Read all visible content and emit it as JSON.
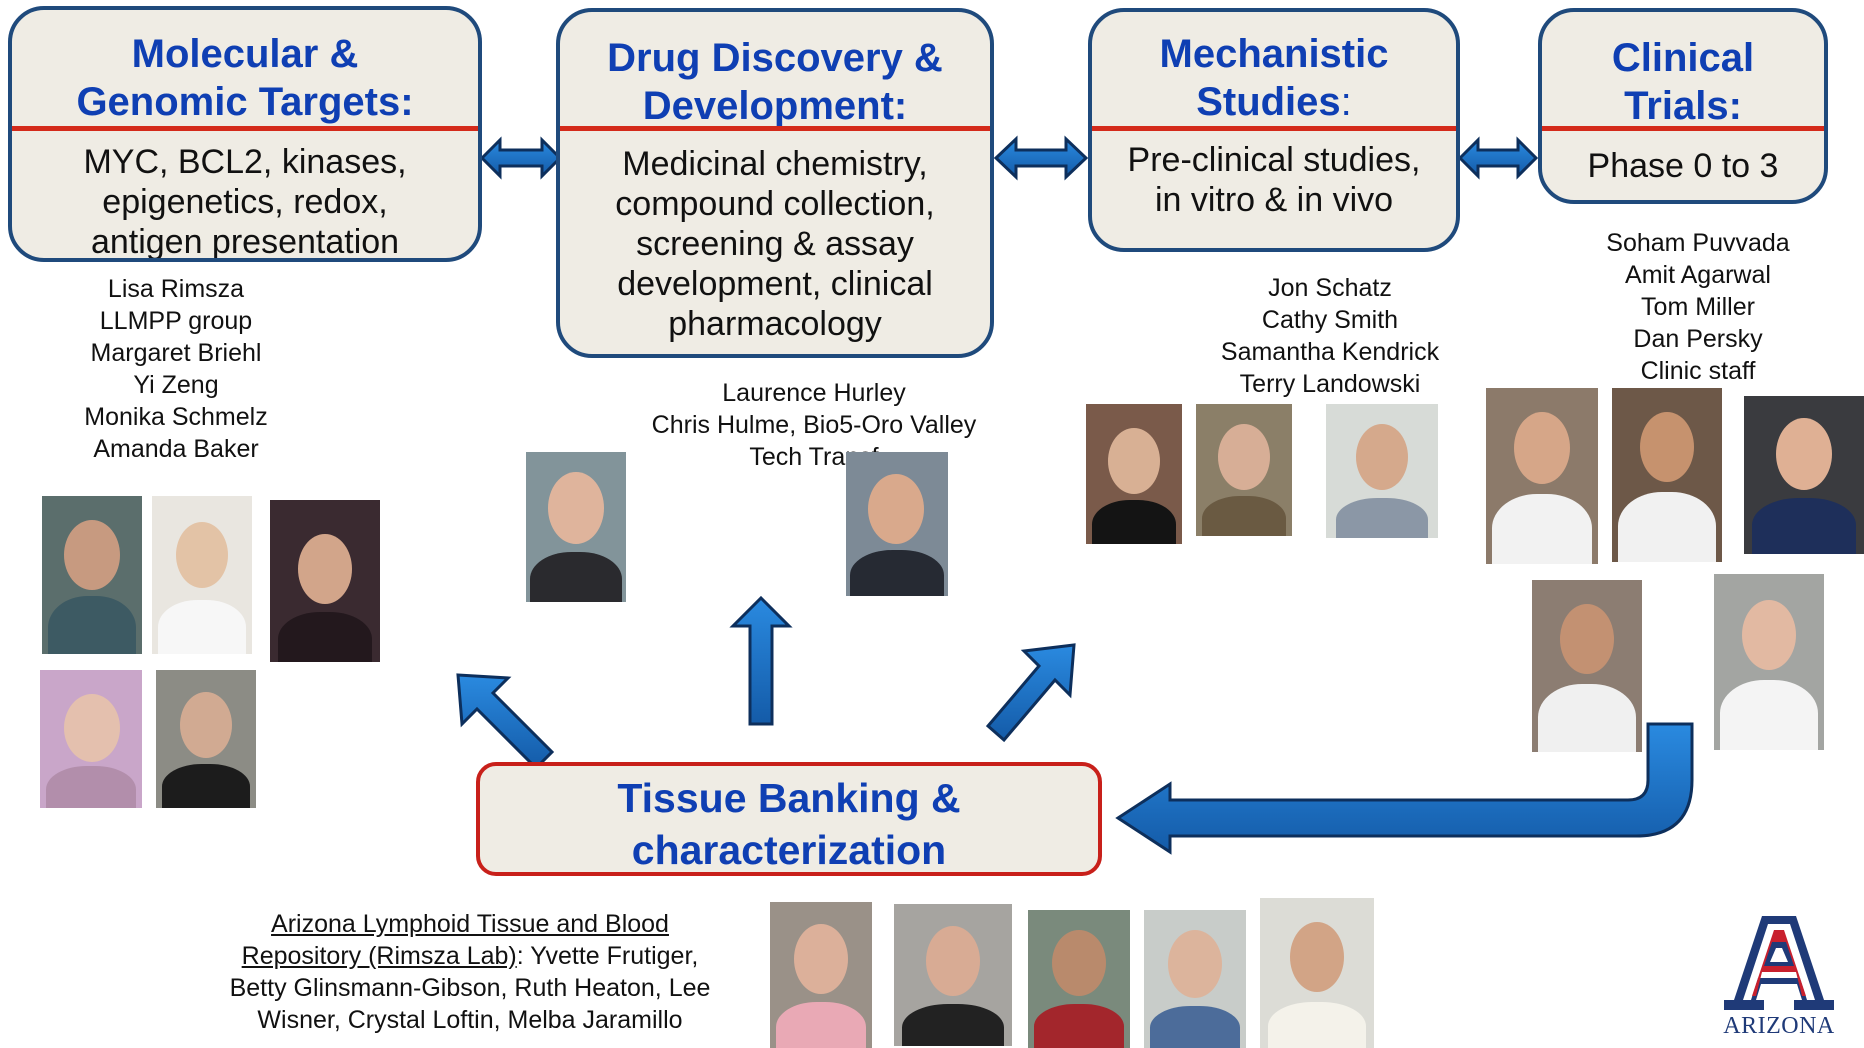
{
  "boxes": {
    "molecular": {
      "title": "Molecular & Genomic Targets:",
      "title_l1": "Molecular &",
      "title_l2": "Genomic Targets:",
      "body_l1": "MYC, BCL2, kinases,",
      "body_l2": "epigenetics, redox,",
      "body_l3": "antigen presentation"
    },
    "drug": {
      "title_l1": "Drug Discovery &",
      "title_l2": "Development:",
      "body_l1": "Medicinal chemistry,",
      "body_l2": "compound collection,",
      "body_l3": "screening & assay",
      "body_l4": "development,  clinical",
      "body_l5": "pharmacology"
    },
    "mechanistic": {
      "title_l1": "Mechanistic",
      "title_l2": "Studies",
      "title_colon": ":",
      "body_l1": "Pre-clinical studies,",
      "body_l2": "in vitro & in vivo"
    },
    "clinical": {
      "title_l1": "Clinical",
      "title_l2": "Trials:",
      "body_l1": "Phase 0 to 3"
    },
    "tissue": {
      "title_l1": "Tissue Banking &",
      "title_l2": "characterization"
    }
  },
  "people": {
    "molecular": "Lisa Rimsza\nLLMPP group\nMargaret Briehl\nYi Zeng\nMonika Schmelz\nAmanda Baker",
    "drug": "Laurence Hurley\nChris Hulme, Bio5-Oro Valley\nTech Transf",
    "mechanistic": "Jon Schatz\nCathy Smith\nSamantha Kendrick\nTerry Landowski",
    "clinical": "Soham Puvvada\nAmit Agarwal\nTom Miller\nDan Persky\nClinic staff"
  },
  "repository": {
    "link_l1": "Arizona Lymphoid Tissue and Blood",
    "link_l2": "Repository (Rimsza Lab)",
    "rest_l2": ":  Yvette Frutiger,",
    "rest_l3": "Betty Glinsmann-Gibson, Ruth Heaton, Lee",
    "rest_l4": "Wisner, Crystal Loftin, Melba Jaramillo"
  },
  "logo": {
    "letter": "A",
    "text": "ARIZONA"
  },
  "colors": {
    "box_fill": "#efece4",
    "box_border": "#1f4a7c",
    "title_blue": "#0f3fb3",
    "divider_red": "#d42a1a",
    "arrow_blue": "#1a6fc4",
    "tissue_border": "#c8201a"
  }
}
